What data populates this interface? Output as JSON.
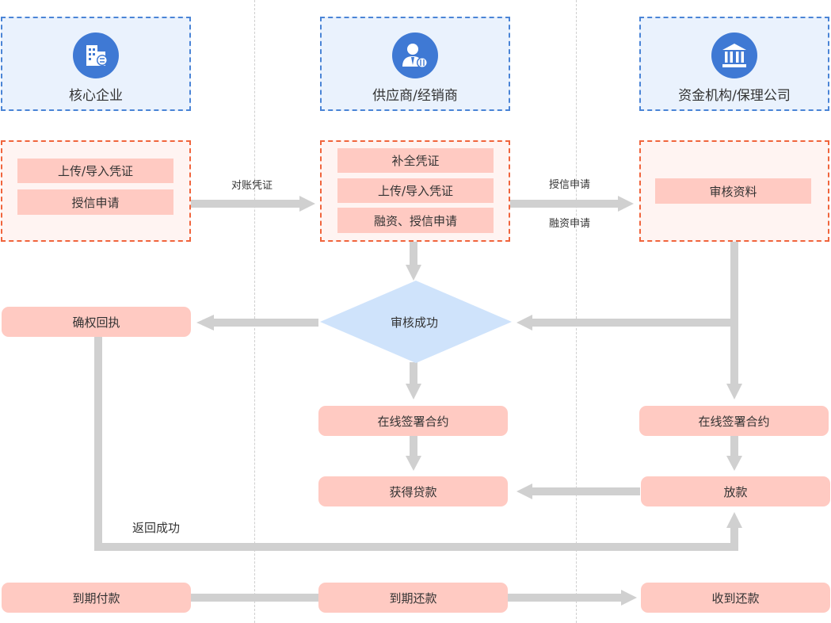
{
  "columns": {
    "core": {
      "title": "核心企业",
      "icon": "enterprise-building-icon"
    },
    "supplier": {
      "title": "供应商/经销商",
      "icon": "supplier-person-icon"
    },
    "funder": {
      "title": "资金机构/保理公司",
      "icon": "bank-institution-icon"
    }
  },
  "core_group": [
    "上传/导入凭证",
    "授信申请"
  ],
  "supplier_group": [
    "补全凭证",
    "上传/导入凭证",
    "融资、授信申请"
  ],
  "funder_group": [
    "审核资料"
  ],
  "arrow_labels": {
    "reconcile": "对账凭证",
    "credit_apply": "授信申请",
    "finance_apply": "融资申请",
    "return_success": "返回成功"
  },
  "decision": "审核成功",
  "nodes": {
    "confirm_receipt": "确权回执",
    "supplier_sign": "在线签署合约",
    "funder_sign": "在线签署合约",
    "get_loan": "获得贷款",
    "disburse": "放款",
    "due_pay": "到期付款",
    "due_repay": "到期还款",
    "receive_repay": "收到还款"
  },
  "colors": {
    "header_border": "#4a84d6",
    "header_fill": "#eaf2fd",
    "icon_circle": "#3f79d4",
    "group_border": "#f0643c",
    "group_fill": "#fff4f2",
    "node_fill": "#ffcac2",
    "decision_fill": "#cfe3fb",
    "arrow": "#d0d0d0"
  }
}
